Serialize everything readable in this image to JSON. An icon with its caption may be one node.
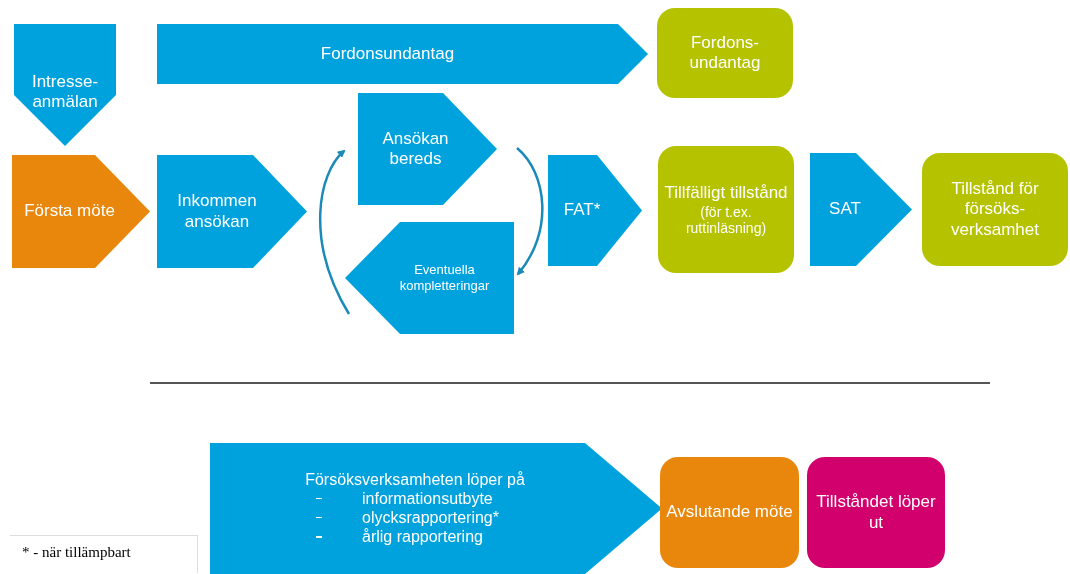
{
  "diagram": {
    "nodes": [
      {
        "text": [
          "Intresse- anmälan"
        ]
      },
      {
        "text": [
          "Fordonsundantag"
        ]
      },
      {
        "text": [
          "Fordons- undantag"
        ]
      },
      {
        "text": [
          "Första möte"
        ]
      },
      {
        "text": [
          "Inkommen ansökan"
        ]
      },
      {
        "text": [
          "Ansökan bereds"
        ]
      },
      {
        "text": [
          "Eventuella kompletteringar"
        ]
      },
      {
        "text": [
          "FAT*"
        ]
      },
      {
        "text": [
          "Tillfälligt tillstånd",
          "(för t.ex. ruttinläsning)"
        ]
      },
      {
        "text": [
          "SAT"
        ]
      },
      {
        "text": [
          "Tillstånd för försöks- verksamhet"
        ]
      },
      {
        "text": [
          "Försöksverksamheten löper på",
          "informationsutbyte",
          "olycksrapportering*",
          "årlig rapportering"
        ]
      },
      {
        "text": [
          "Avslutande möte"
        ]
      },
      {
        "text": [
          "Tillståndet löper ut"
        ]
      }
    ],
    "edges": [
      {
        "from": 6,
        "to": 5,
        "arrow": "to"
      },
      {
        "from": 5,
        "to": 6,
        "arrow": "to"
      }
    ],
    "labels": [
      "* - när tillämpbart"
    ]
  }
}
